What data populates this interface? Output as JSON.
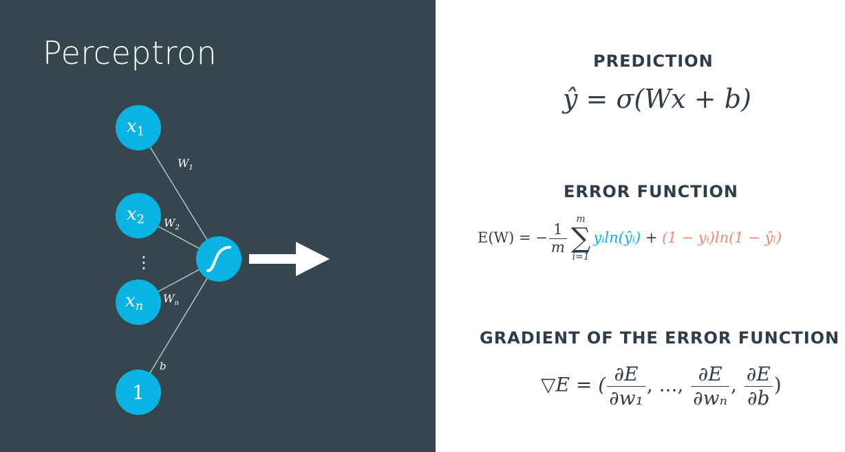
{
  "left": {
    "title": "Perceptron",
    "node_color": "#0ab4e2",
    "background": "#36464f",
    "nodes": {
      "x1": "x",
      "x1_sub": "1",
      "x2": "x",
      "x2_sub": "2",
      "xn": "x",
      "xn_sub": "n",
      "bias": "1",
      "dots": "⋮"
    },
    "edge_labels": {
      "w1": "W",
      "w1_sub": "1",
      "w2": "W",
      "w2_sub": "2",
      "wn": "W",
      "wn_sub": "n",
      "b": "b"
    }
  },
  "right": {
    "prediction": {
      "heading": "PREDICTION",
      "formula": "ŷ = σ(Wx + b)"
    },
    "error_function": {
      "heading": "ERROR FUNCTION",
      "lhs": "E(W) = −",
      "frac_num": "1",
      "frac_den": "m",
      "sum_top": "m",
      "sum_sym": "∑",
      "sum_bottom": "i=1",
      "term_blue": "yᵢln(ŷᵢ)",
      "plus": " + ",
      "term_red": "(1 − yᵢ)ln(1 − ŷᵢ)",
      "blue_color": "#02b3e4",
      "red_color": "#f0866f"
    },
    "gradient": {
      "heading": "GRADIENT OF THE ERROR FUNCTION",
      "lhs": "▽E = (",
      "f1_num": "∂E",
      "f1_den": "∂w₁",
      "sep1": ", ..., ",
      "f2_num": "∂E",
      "f2_den": "∂wₙ",
      "sep2": ", ",
      "f3_num": "∂E",
      "f3_den": "∂b",
      "close": ")"
    }
  }
}
